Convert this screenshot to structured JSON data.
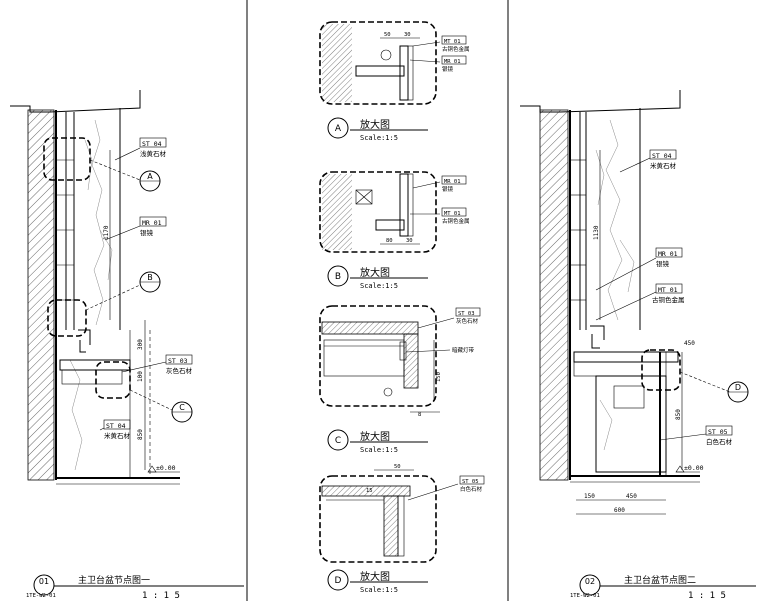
{
  "details": {
    "A": {
      "letter": "A",
      "title": "放大图",
      "scale": "Scale:1:5",
      "tag1": "MT 01",
      "tag1_desc": "古铜色金属",
      "tag2": "MR 01",
      "tag2_desc": "银镜",
      "dim1": "50",
      "dim2": "30"
    },
    "B": {
      "letter": "B",
      "title": "放大图",
      "scale": "Scale:1:5",
      "tag1": "MR 01",
      "tag1_desc": "银镜",
      "tag2": "MT 01",
      "tag2_desc": "古铜色金属",
      "dim1": "80",
      "dim2": "30"
    },
    "C": {
      "letter": "C",
      "title": "放大图",
      "scale": "Scale:1:5",
      "tag1": "ST 03",
      "tag1_desc": "灰色石材",
      "note": "暗藏灯带",
      "dim1": "150",
      "dim2": "8"
    },
    "D": {
      "letter": "D",
      "title": "放大图",
      "scale": "Scale:1:5",
      "tag1": "ST 05",
      "tag1_desc": "白色石材",
      "dim1": "50",
      "dim2": "15"
    }
  },
  "left": {
    "tags": [
      {
        "code": "ST 04",
        "desc": "浅黄石材"
      },
      {
        "code": "MR 01",
        "desc": "银镜"
      },
      {
        "code": "ST 03",
        "desc": "灰色石材"
      },
      {
        "code": "ST 04",
        "desc": "米黄石材"
      }
    ],
    "callouts": [
      "A",
      "B",
      "C"
    ],
    "dims": [
      "1170",
      "300",
      "100",
      "850"
    ],
    "level": "±0.00",
    "title_num": "01",
    "title_ref": "1TE-W2-01",
    "title": "主卫台盆节点图一",
    "scale": "1 : 1 5"
  },
  "right": {
    "tags": [
      {
        "code": "ST 04",
        "desc": "米黄石材"
      },
      {
        "code": "MR 01",
        "desc": "银镜"
      },
      {
        "code": "MT 01",
        "desc": "古铜色金属"
      },
      {
        "code": "ST 05",
        "desc": "白色石材"
      }
    ],
    "callouts": [
      "D"
    ],
    "dims": [
      "1130",
      "450",
      "850",
      "150",
      "450",
      "600"
    ],
    "level": "±0.00",
    "title_num": "02",
    "title_ref": "1TE-W2-01",
    "title": "主卫台盆节点图二",
    "scale": "1 : 1 5"
  }
}
